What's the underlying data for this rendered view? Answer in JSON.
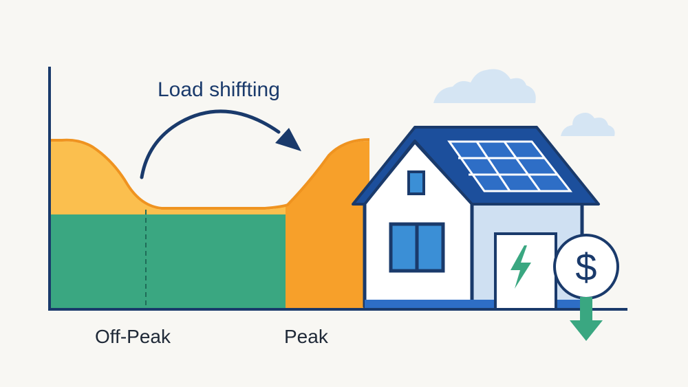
{
  "labels": {
    "title": "Load shiffting",
    "off_peak": "Off-Peak",
    "peak": "Peak",
    "currency_symbol": "$"
  },
  "colors": {
    "background": "#f8f7f3",
    "navy": "#1a3a6b",
    "text": "#1f2937",
    "green": "#3aa781",
    "yellow": "#fbbf4e",
    "orange": "#f7a02a",
    "roof_blue": "#1c4f9c",
    "solar_panel": "#2e6ec6",
    "window_blue": "#3b8fd6",
    "wall": "#ffffff",
    "wall_shade": "#cfe0f2",
    "cloud": "#d5e5f3",
    "arrow_green": "#3aa781"
  },
  "icons": {
    "bolt": "lightning-bolt-icon",
    "dollar": "dollar-coin-icon",
    "savings": "down-arrow-icon",
    "arrow": "curved-arrow-icon"
  }
}
